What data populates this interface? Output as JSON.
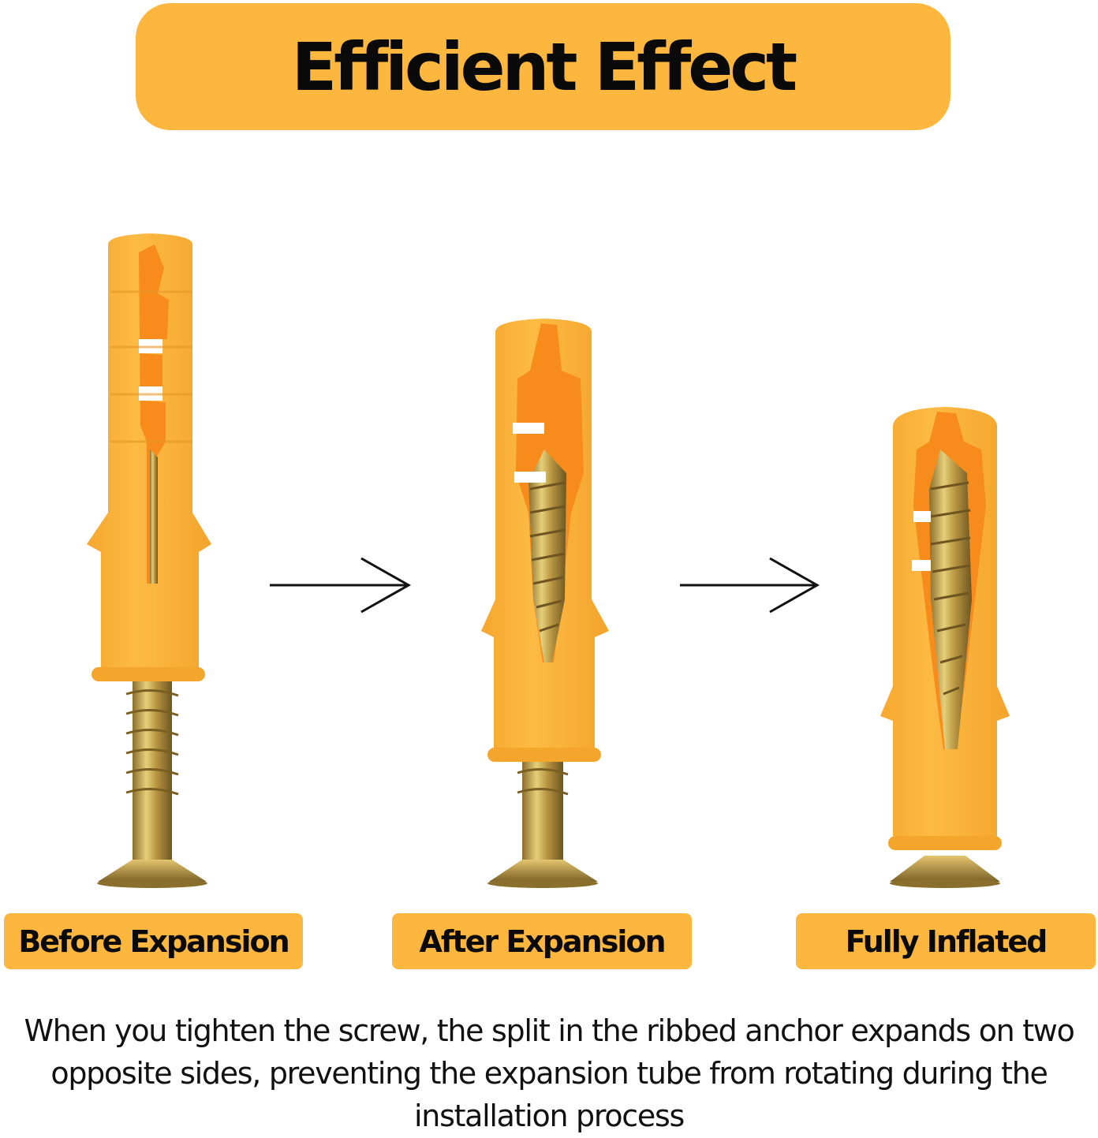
{
  "title": "Efficient Effect",
  "stages": [
    {
      "label": "Before Expansion"
    },
    {
      "label": "After Expansion"
    },
    {
      "label": "Fully Inflated"
    }
  ],
  "description": "When you tighten the screw, the split in the ribbed anchor expands on two opposite sides, preventing the expansion tube from rotating during the installation process",
  "colors": {
    "banner": "#fdb73e",
    "anchor_body": "#fbb33a",
    "anchor_slot": "#f78b1b",
    "screw_metal": "#c9a84a",
    "text": "#0a0a0a"
  },
  "icons": [
    "wall-anchor-before-expansion",
    "wall-anchor-after-expansion",
    "wall-anchor-fully-inflated",
    "arrow-right-icon",
    "arrow-right-icon"
  ]
}
